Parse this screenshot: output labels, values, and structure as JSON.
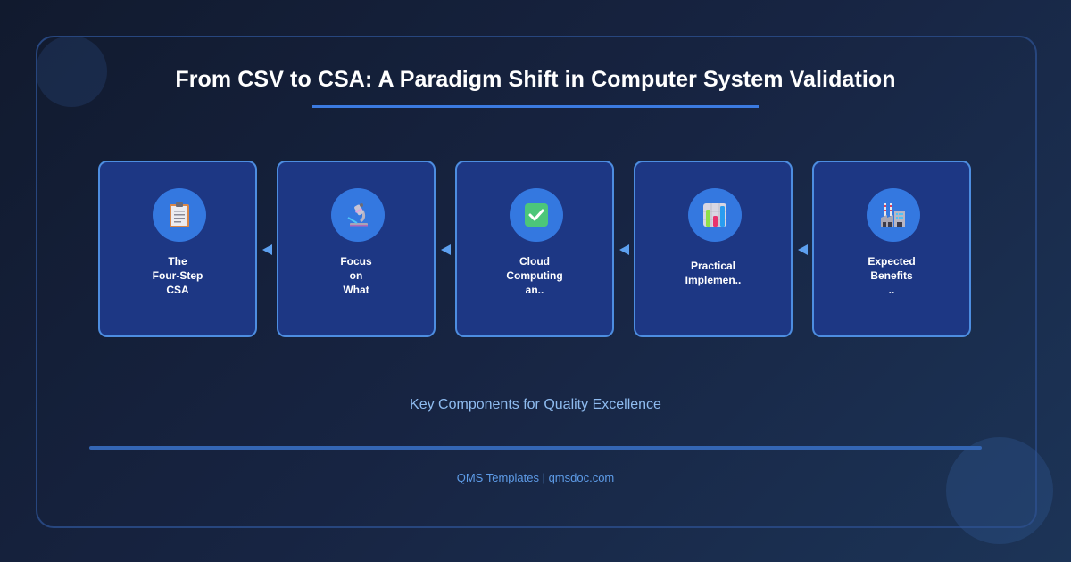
{
  "header": {
    "title": "From CSV to CSA: A Paradigm Shift in Computer System Validation"
  },
  "cards": [
    {
      "icon": "clipboard-icon",
      "lines": [
        "The",
        "Four-Step",
        "CSA"
      ]
    },
    {
      "icon": "microscope-icon",
      "lines": [
        "Focus",
        "on",
        "What"
      ]
    },
    {
      "icon": "checkmark-icon",
      "lines": [
        "Cloud",
        "Computing",
        "an.."
      ]
    },
    {
      "icon": "bar-chart-icon",
      "lines": [
        "Practical",
        "Implemen.."
      ]
    },
    {
      "icon": "factory-icon",
      "lines": [
        "Expected",
        "Benefits",
        ".."
      ]
    }
  ],
  "connectors": {
    "direction": "left",
    "count": 4,
    "icon": "arrow-left-icon"
  },
  "subtitle": "Key Components for Quality Excellence",
  "footer": "QMS Templates | qmsdoc.com",
  "colors": {
    "background": "#152038",
    "card_fill": "#1d3784",
    "card_border": "#4d8de0",
    "icon_circle": "#3478e0",
    "accent": "#3b7ae0",
    "subtitle_text": "#8fbcf0",
    "footer_text": "#5e9ce8"
  }
}
